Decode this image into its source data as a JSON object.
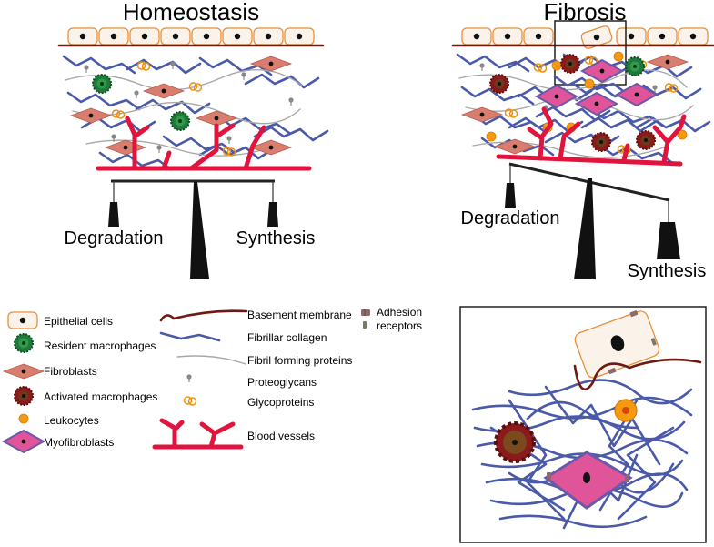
{
  "panels": {
    "homeostasis": {
      "title": "Homeostasis",
      "degradation": "Degradation",
      "synthesis": "Synthesis"
    },
    "fibrosis": {
      "title": "Fibrosis",
      "degradation": "Degradation",
      "synthesis": "Synthesis"
    }
  },
  "legend": {
    "epithelial": "Epithelial cells",
    "resident_macrophages": "Resident macrophages",
    "fibroblasts": "Fibroblasts",
    "activated_macrophages": "Activated macrophages",
    "leukocytes": "Leukocytes",
    "myofibroblasts": "Myofibroblasts",
    "basement_membrane": "Basement membrane",
    "fibrillar_collagen": "Fibrillar collagen",
    "fibril_forming": "Fibril forming proteins",
    "proteoglycans": "Proteoglycans",
    "glycoproteins": "Glycoproteins",
    "blood_vessels": "Blood vessels",
    "adhesion_line1": "Adhesion",
    "adhesion_line2": "receptors"
  },
  "colors": {
    "epithelial_fill": "#fbf3ea",
    "epithelial_border": "#e8903a",
    "fibroblast": "#d97d6e",
    "resident_macrophage": "#1e7a3a",
    "activated_macrophage": "#8b1a1a",
    "leukocyte": "#f39a12",
    "myofibroblast_fill": "#e0559a",
    "myofibroblast_border": "#6a58a8",
    "collagen": "#4a5aa8",
    "vessel": "#e0143c",
    "membrane": "#6e1a12",
    "balance": "#222222"
  },
  "icons": [
    "epithelial-cell-icon",
    "resident-macrophage-icon",
    "fibroblast-icon",
    "activated-macrophage-icon",
    "leukocyte-icon",
    "myofibroblast-icon",
    "basement-membrane-icon",
    "collagen-icon",
    "fibril-icon",
    "proteoglycan-icon",
    "glycoprotein-icon",
    "blood-vessel-icon",
    "adhesion-receptor-icon"
  ]
}
